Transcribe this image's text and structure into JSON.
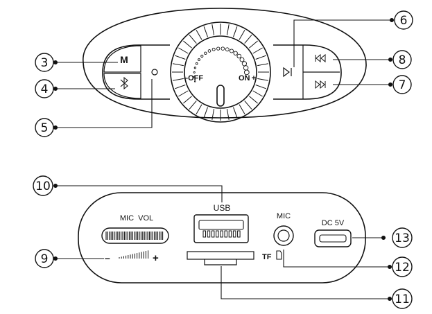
{
  "top_panel": {
    "mode_button": "M",
    "knob_left_label": "–OFF",
    "knob_right_label": "ON +"
  },
  "bottom_panel": {
    "usb_label": "USB",
    "mic_vol_label": "MIC  VOL",
    "volume_minus": "–",
    "volume_plus": "+",
    "mic_label": "MIC",
    "tf_label": "TF",
    "dc_label": "DC 5V"
  },
  "callouts": {
    "c3": "3",
    "c4": "4",
    "c5": "5",
    "c6": "6",
    "c7": "7",
    "c8": "8",
    "c9": "9",
    "c10": "10",
    "c11": "11",
    "c12": "12",
    "c13": "13"
  },
  "icons": {
    "bluetooth": "bluetooth-icon",
    "play_pause": "play-pause-icon",
    "previous": "previous-track-icon",
    "next": "next-track-icon",
    "led": "indicator-led-icon",
    "tf_card": "tf-card-icon"
  },
  "colors": {
    "line": "#111111",
    "background": "#ffffff"
  }
}
